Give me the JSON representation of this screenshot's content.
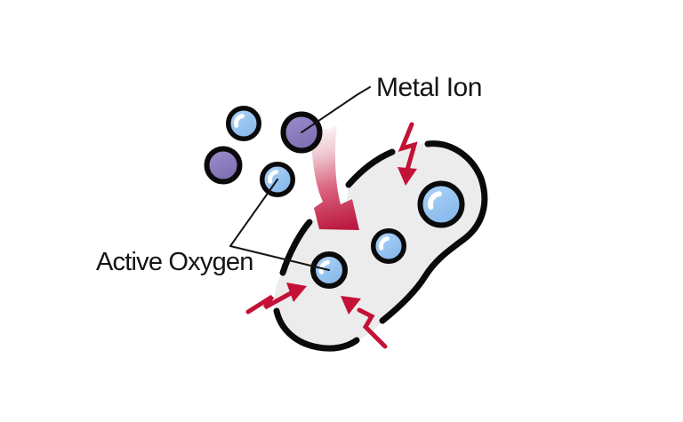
{
  "diagram": {
    "labels": {
      "metal_ion": "Metal Ion",
      "active_oxygen": "Active Oxygen"
    },
    "colors": {
      "background": "#ffffff",
      "bolt_red": "#c41236",
      "arrow_red_deep": "#bc1a40",
      "arrow_pink_light": "#efc9d2",
      "bubble_blue": "#8cc0f1",
      "bubble_blue_light": "#abd3f7",
      "bubble_blue_dark": "#84b6ea",
      "ion_purple": "#998ccb",
      "ion_purple_dark": "#7d6bb0",
      "membrane_fill": "#ececec",
      "outline": "#0a0a0a",
      "text": "#141414"
    },
    "elements": {
      "metal_ion_particles": 2,
      "active_oxygen_bubbles_outside": 2,
      "active_oxygen_bubbles_inside": 3,
      "lightning_bolts": 3
    }
  }
}
